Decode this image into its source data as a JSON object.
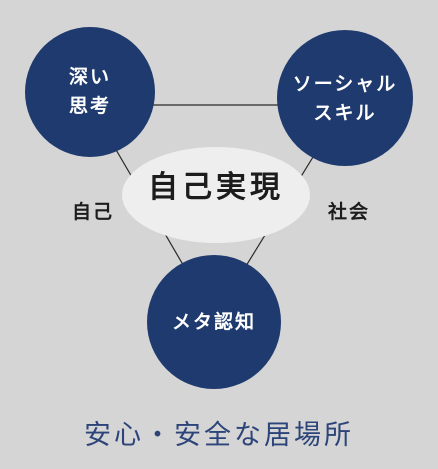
{
  "nodes": {
    "deep_thinking": {
      "line1": "深い",
      "line2": "思考"
    },
    "social_skill": {
      "line1": "ソーシャル",
      "line2": "スキル"
    },
    "meta_cognition": {
      "label": "メタ認知"
    }
  },
  "center": {
    "label": "自己実現"
  },
  "labels": {
    "left": "自己",
    "right": "社会"
  },
  "footer": {
    "label": "安心・安全な居場所"
  },
  "colors": {
    "background": "#d4d5d4",
    "node": "#1e3a6e",
    "center_ellipse": "#eeeeee",
    "footer_text": "#2c4479",
    "lines": "#2a2a2a"
  }
}
